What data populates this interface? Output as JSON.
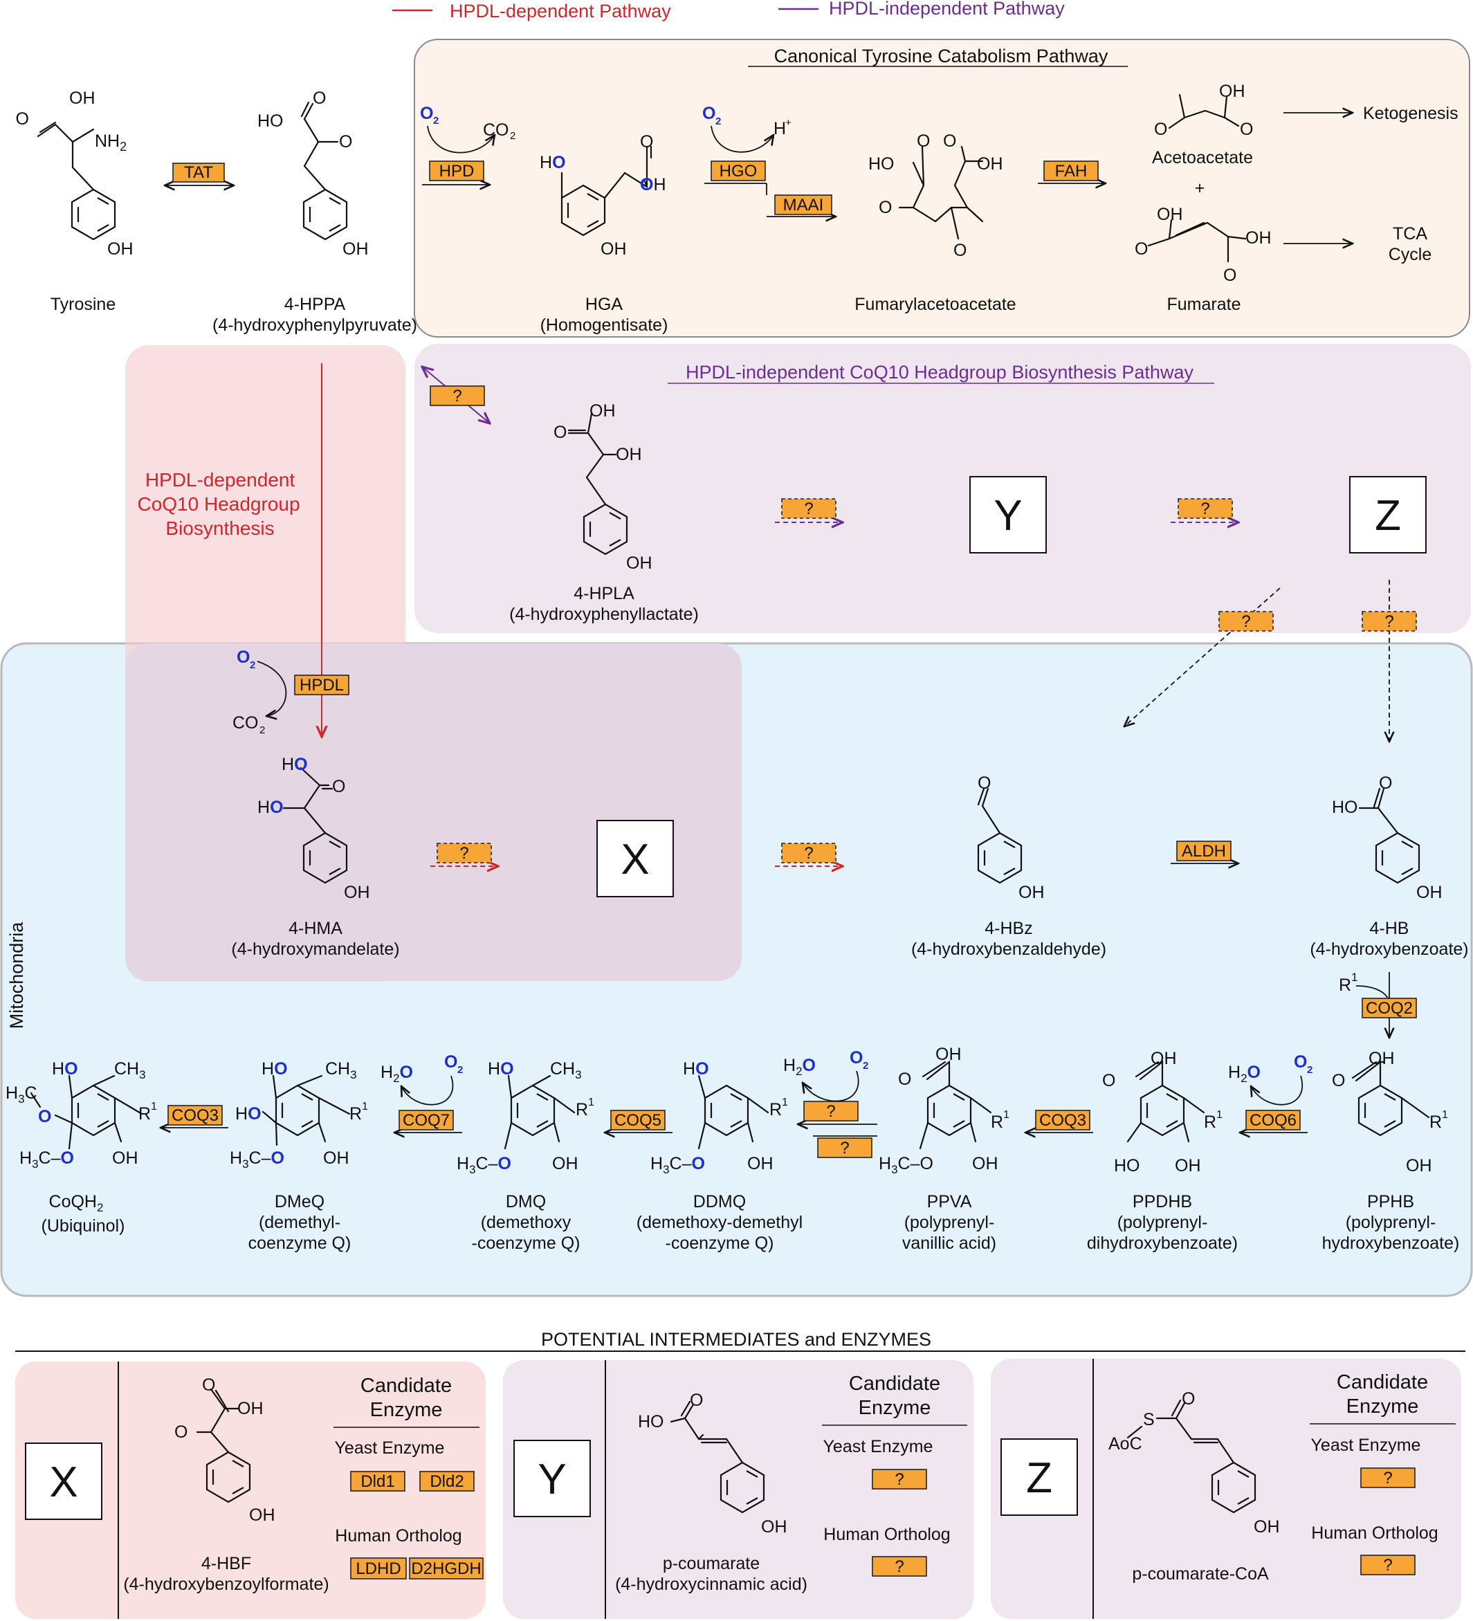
{
  "legend": {
    "dependent": "HPDL-dependent Pathway",
    "independent": "HPDL-independent Pathway",
    "dependent_color": "#d0262a",
    "independent_color": "#6b2d8f"
  },
  "colors": {
    "enzyme_fill": "#f7a536",
    "canonical_bg": "#fdf3ea",
    "independent_bg": "#efe6ef",
    "dependent_bg": "#f9e0e1",
    "mito_bg": "#e4f2fb",
    "oxygen_blue": "#1b2fd0"
  },
  "regions": {
    "canonical_title": "Canonical Tyrosine Catabolism Pathway",
    "independent_title": "HPDL-independent CoQ10 Headgroup Biosynthesis Pathway",
    "dependent_title_1": "HPDL-dependent",
    "dependent_title_2": "CoQ10 Headgroup",
    "dependent_title_3": "Biosynthesis",
    "mito_label": "Mitochondria"
  },
  "compounds": {
    "tyrosine": "Tyrosine",
    "hppa": "4-HPPA",
    "hppa_full": "(4-hydroxyphenylpyruvate)",
    "hga": "HGA",
    "hga_full": "(Homogentisate)",
    "faa": "Fumarylacetoacetate",
    "acetoacetate": "Acetoacetate",
    "plus": "+",
    "fumarate": "Fumarate",
    "ketogenesis": "Ketogenesis",
    "tca_1": "TCA",
    "tca_2": "Cycle",
    "hpla": "4-HPLA",
    "hpla_full": "(4-hydroxyphenyllactate)",
    "hma": "4-HMA",
    "hma_full": "(4-hydroxymandelate)",
    "hbz": "4-HBz",
    "hbz_full": "(4-hydroxybenzaldehyde)",
    "hb": "4-HB",
    "hb_full": "(4-hydroxybenzoate)",
    "pphb": "PPHB",
    "pphb_1": "(polyprenyl-",
    "pphb_2": "hydroxybenzoate)",
    "ppdhb": "PPDHB",
    "ppdhb_1": "(polyprenyl-",
    "ppdhb_2": "dihydroxybenzoate)",
    "ppva": "PPVA",
    "ppva_1": "(polyprenyl-",
    "ppva_2": "vanillic acid)",
    "ddmq": "DDMQ",
    "ddmq_1": "(demethoxy-demethyl",
    "ddmq_2": "-coenzyme Q)",
    "dmq": "DMQ",
    "dmq_1": "(demethoxy",
    "dmq_2": "-coenzyme Q)",
    "dmeq": "DMeQ",
    "dmeq_1": "(demethyl-",
    "dmeq_2": "coenzyme Q)",
    "coqh2": "CoQH",
    "coqh2_sub": "2",
    "coqh2_full": "(Ubiquinol)",
    "x": "X",
    "y": "Y",
    "z": "Z"
  },
  "enzymes": {
    "tat": "TAT",
    "hpd": "HPD",
    "hgo": "HGO",
    "maai": "MAAI",
    "fah": "FAH",
    "hpdl": "HPDL",
    "aldh": "ALDH",
    "coq2": "COQ2",
    "coq6": "COQ6",
    "coq3": "COQ3",
    "coq5": "COQ5",
    "coq7": "COQ7",
    "unknown": "?"
  },
  "cofactors": {
    "o2": "O",
    "o2_sub": "2",
    "co2": "CO",
    "co2_sub": "2",
    "h_plus": "H",
    "h_plus_sup": "+",
    "h2o_h": "H",
    "h2o_sub": "2",
    "h2o_o": "O",
    "r1": "R",
    "r1_sup": "1"
  },
  "bottom": {
    "section_title": "POTENTIAL INTERMEDIATES and ENZYMES",
    "candidate_1": "Candidate",
    "candidate_2": "Enzyme",
    "yeast": "Yeast Enzyme",
    "human": "Human Ortholog",
    "x_name": "4-HBF",
    "x_full": "(4-hydroxybenzoylformate)",
    "x_yeast": [
      "Dld1",
      "Dld2"
    ],
    "x_human": [
      "LDHD",
      "D2HGDH"
    ],
    "y_name": "p-coumarate",
    "y_full": "(4-hydroxycinnamic acid)",
    "z_name": "p-coumarate-CoA",
    "z_aoc": "AoC",
    "z_s": "S"
  }
}
